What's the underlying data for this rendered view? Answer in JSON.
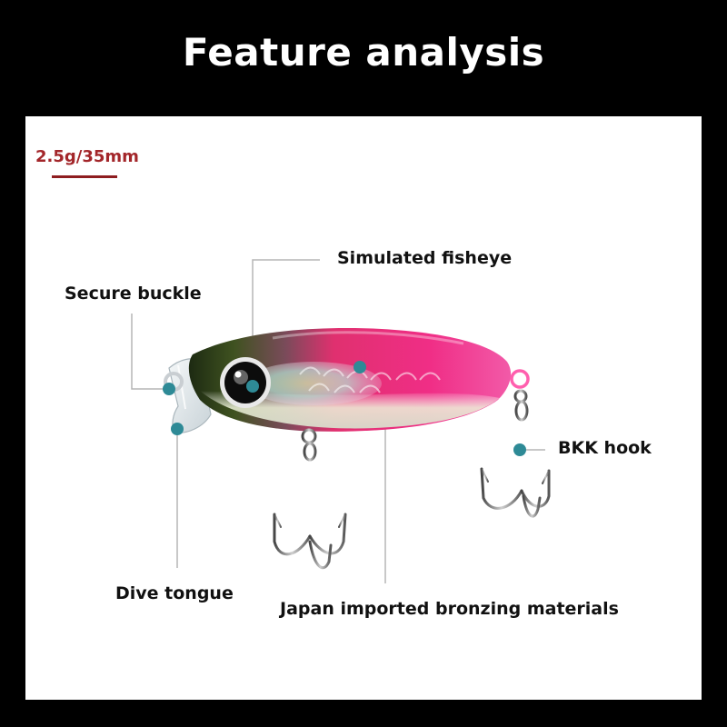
{
  "header": {
    "title": "Feature analysis"
  },
  "spec": {
    "text": "2.5g/35mm"
  },
  "callouts": {
    "fisheye": "Simulated fisheye",
    "buckle": "Secure buckle",
    "hook": "BKK hook",
    "tongue": "Dive tongue",
    "materials": "Japan imported bronzing materials"
  },
  "colors": {
    "header_bg": "#000000",
    "panel_bg": "#ffffff",
    "spec_text": "#a3262a",
    "marker_dot": "#2e8a96",
    "leader_line": "#b5b5b5"
  }
}
